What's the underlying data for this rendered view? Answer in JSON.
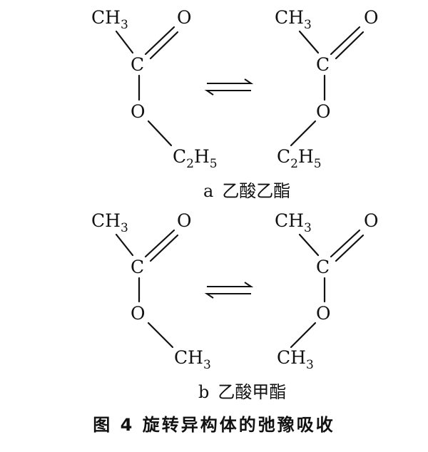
{
  "atoms": {
    "methyl": "CH",
    "methyl_sub": "3",
    "carbon": "C",
    "oxygen": "O",
    "ethyl_c": "C",
    "ethyl_c_sub": "2",
    "ethyl_h": "H",
    "ethyl_h_sub": "5"
  },
  "panel_a": {
    "letter": "a",
    "label": "乙酸乙酯"
  },
  "panel_b": {
    "letter": "b",
    "label": "乙酸甲酯"
  },
  "figure_caption": "图 4  旋转异构体的弛豫吸收"
}
